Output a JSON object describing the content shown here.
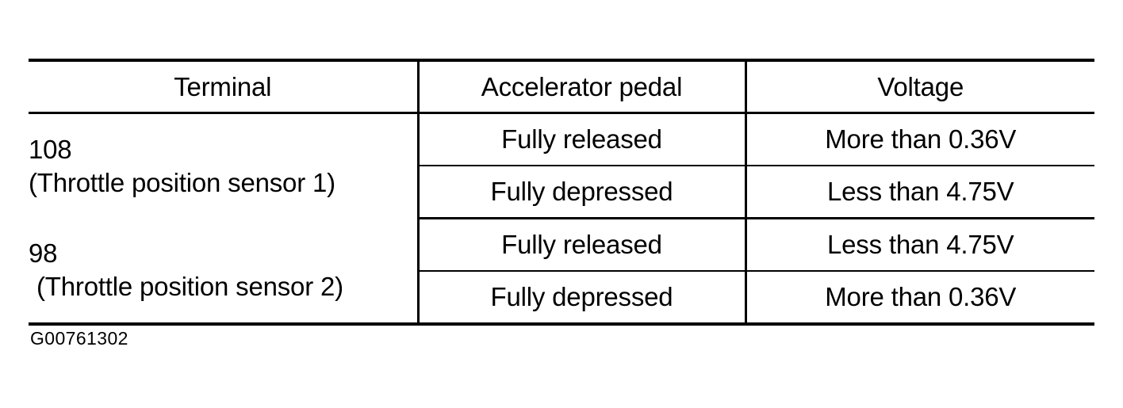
{
  "table": {
    "columns": [
      {
        "key": "terminal",
        "header": "Terminal"
      },
      {
        "key": "pedal",
        "header": "Accelerator pedal"
      },
      {
        "key": "voltage",
        "header": "Voltage"
      }
    ],
    "groups": [
      {
        "terminal_number": "108",
        "terminal_name": "(Throttle position sensor 1)",
        "rows": [
          {
            "pedal": "Fully released",
            "voltage": "More than 0.36V"
          },
          {
            "pedal": "Fully depressed",
            "voltage": "Less than 4.75V"
          }
        ]
      },
      {
        "terminal_number": "98",
        "terminal_name": "(Throttle position sensor 2)",
        "rows": [
          {
            "pedal": "Fully released",
            "voltage": "Less than 4.75V"
          },
          {
            "pedal": "Fully depressed",
            "voltage": "More than 0.36V"
          }
        ]
      }
    ]
  },
  "caption": "G00761302",
  "colors": {
    "ink": "#000000",
    "paper": "#ffffff"
  }
}
